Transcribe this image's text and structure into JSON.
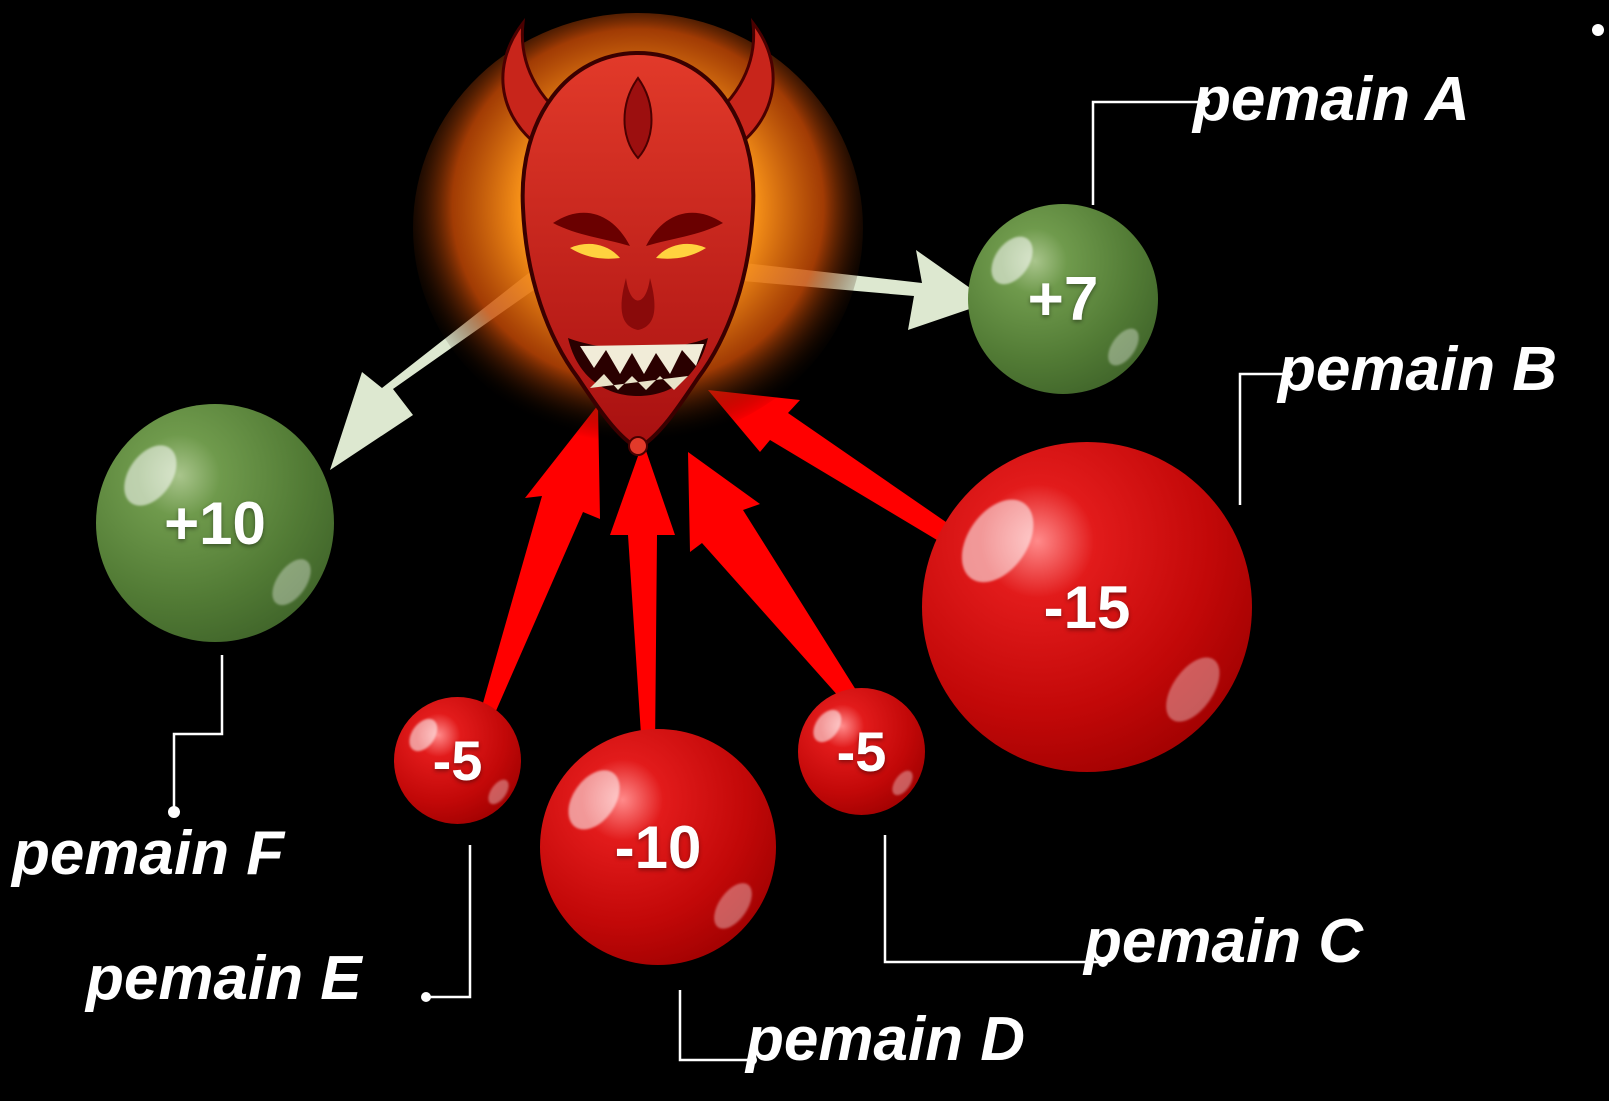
{
  "colors": {
    "background": "#000000",
    "positive_ball": "#5a8a3c",
    "negative_ball": "#c20808",
    "arrow_out": "#dde8d0",
    "arrow_in": "#ff0000",
    "connector": "#ffffff"
  },
  "center_icon": "devil-head-icon",
  "players": [
    {
      "id": "A",
      "label": "pemain A",
      "value": "+7",
      "sign": "positive"
    },
    {
      "id": "B",
      "label": "pemain B",
      "value": "-15",
      "sign": "negative"
    },
    {
      "id": "C",
      "label": "pemain C",
      "value": "-5",
      "sign": "negative"
    },
    {
      "id": "D",
      "label": "pemain D",
      "value": "-10",
      "sign": "negative"
    },
    {
      "id": "E",
      "label": "pemain E",
      "value": "-5",
      "sign": "negative"
    },
    {
      "id": "F",
      "label": "pemain F",
      "value": "+10",
      "sign": "positive"
    }
  ]
}
